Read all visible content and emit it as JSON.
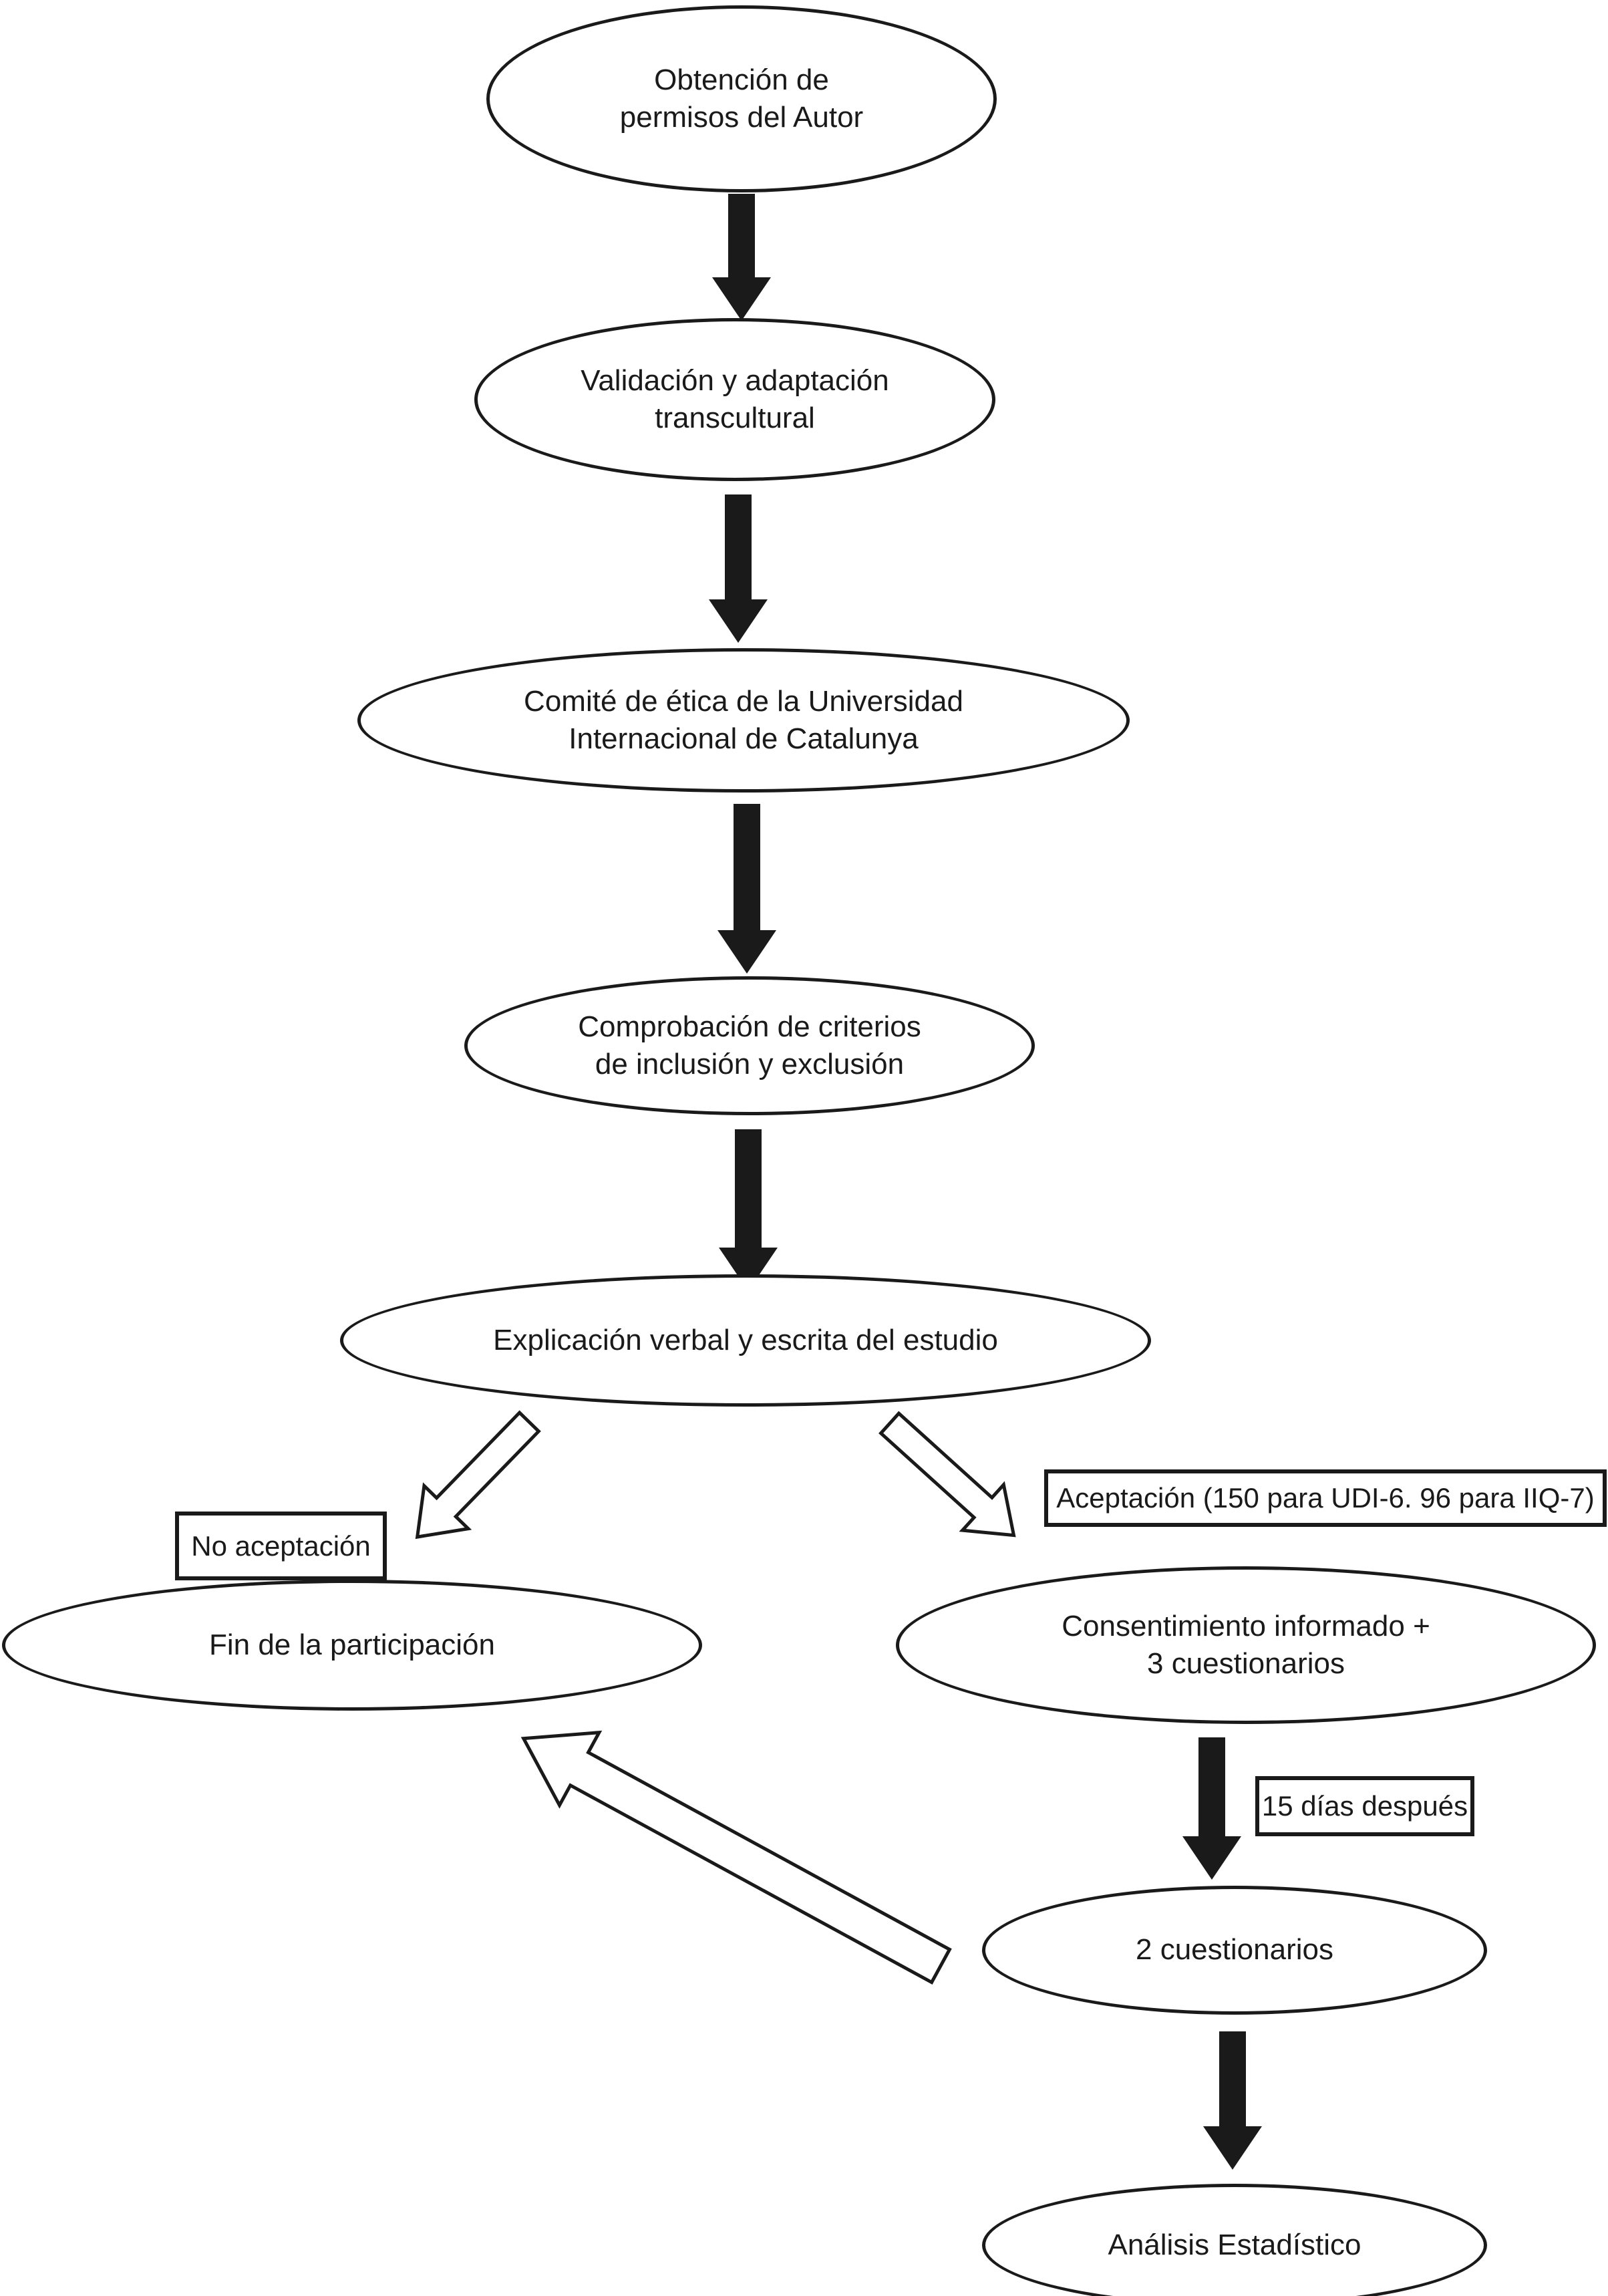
{
  "diagram": {
    "type": "flowchart",
    "language": "es",
    "colors": {
      "ink": "#1a1a1a",
      "background": "#ffffff"
    },
    "nodes": {
      "obtencion": {
        "shape": "ellipse",
        "label": "Obtención de\npermisos del Autor"
      },
      "validacion": {
        "shape": "ellipse",
        "label": "Validación y adaptación\ntranscultural"
      },
      "comite": {
        "shape": "ellipse",
        "label": "Comité de ética de la Universidad\nInternacional de Catalunya"
      },
      "comprobacion": {
        "shape": "ellipse",
        "label": "Comprobación de criterios\nde inclusión y exclusión"
      },
      "explicacion": {
        "shape": "ellipse",
        "label": "Explicación verbal y escrita del estudio"
      },
      "no_aceptacion": {
        "shape": "rect",
        "label": "No aceptación"
      },
      "aceptacion": {
        "shape": "rect",
        "label": "Aceptación (150 para UDI-6. 96 para IIQ-7)"
      },
      "fin": {
        "shape": "ellipse",
        "label": "Fin de la participación"
      },
      "consentimiento": {
        "shape": "ellipse",
        "label": "Consentimiento informado +\n3 cuestionarios"
      },
      "quince_dias": {
        "shape": "rect",
        "label": "15 días después"
      },
      "dos_cuestionarios": {
        "shape": "ellipse",
        "label": "2 cuestionarios"
      },
      "analisis": {
        "shape": "ellipse",
        "label": "Análisis Estadístico"
      }
    },
    "edges": [
      {
        "from": "obtencion",
        "to": "validacion",
        "style": "solid-black"
      },
      {
        "from": "validacion",
        "to": "comite",
        "style": "solid-black"
      },
      {
        "from": "comite",
        "to": "comprobacion",
        "style": "solid-black"
      },
      {
        "from": "comprobacion",
        "to": "explicacion",
        "style": "solid-black"
      },
      {
        "from": "explicacion",
        "to": "fin",
        "style": "outline",
        "branch_label": "No aceptación"
      },
      {
        "from": "explicacion",
        "to": "consentimiento",
        "style": "outline",
        "branch_label": "Aceptación (150 para UDI-6. 96 para IIQ-7)"
      },
      {
        "from": "consentimiento",
        "to": "dos_cuestionarios",
        "style": "solid-black",
        "edge_label": "15 días después"
      },
      {
        "from": "dos_cuestionarios",
        "to": "analisis",
        "style": "solid-black"
      },
      {
        "from": "dos_cuestionarios",
        "to": "fin",
        "style": "outline"
      }
    ]
  }
}
